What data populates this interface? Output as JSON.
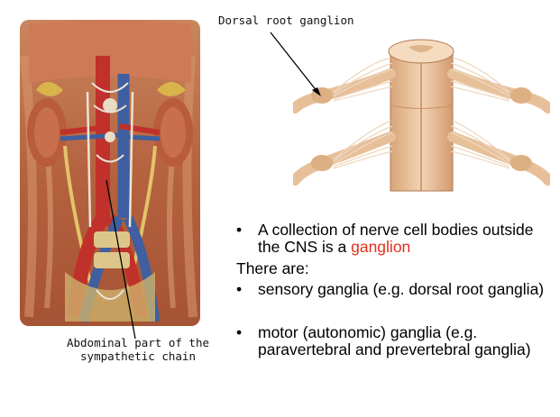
{
  "captions": {
    "dorsal_root_ganglion": "Dorsal root ganglion",
    "abdominal_line1": "Abdominal part of the",
    "abdominal_line2": "sympathetic chain"
  },
  "text": {
    "bullet_char": "•",
    "bullet1_prefix": "A collection of nerve cell bodies outside the CNS is a ",
    "bullet1_highlight": "ganglion",
    "there_are": "There are:",
    "bullet2": "sensory ganglia (e.g. dorsal root ganglia)",
    "bullet3": "motor (autonomic) ganglia (e.g. paravertebral and prevertebral ganglia)"
  },
  "colors": {
    "highlight": "#e0301e",
    "background": "#ffffff"
  }
}
